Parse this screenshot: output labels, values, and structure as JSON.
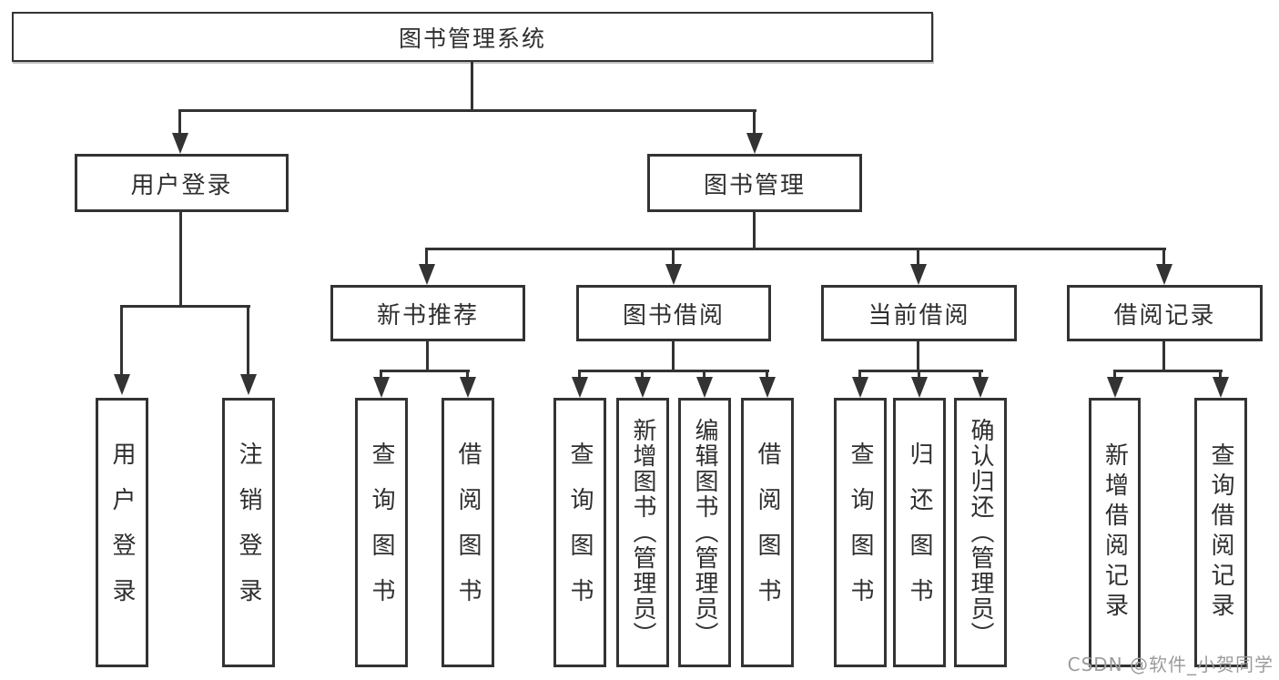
{
  "diagram_title": "图书管理系统",
  "colors": {
    "line": "#333333",
    "text": "#2f2f2f",
    "box_background": "#ffffff",
    "watermark": "#9c9c9c"
  },
  "watermark": {
    "text": "CSDN @软件_小贺同学"
  },
  "tree": {
    "label": "图书管理系统",
    "children": [
      {
        "label": "用户登录",
        "children": [
          {
            "label": "用户登录"
          },
          {
            "label": "注销登录"
          }
        ]
      },
      {
        "label": "图书管理",
        "children": [
          {
            "label": "新书推荐",
            "children": [
              {
                "label": "查询图书"
              },
              {
                "label": "借阅图书"
              }
            ]
          },
          {
            "label": "图书借阅",
            "children": [
              {
                "label": "查询图书"
              },
              {
                "label": "新增图书（管理员）"
              },
              {
                "label": "编辑图书（管理员）"
              },
              {
                "label": "借阅图书"
              }
            ]
          },
          {
            "label": "当前借阅",
            "children": [
              {
                "label": "查询图书"
              },
              {
                "label": "归还图书"
              },
              {
                "label": "确认归还（管理员）"
              }
            ]
          },
          {
            "label": "借阅记录",
            "children": [
              {
                "label": "新增借阅记录"
              },
              {
                "label": "查询借阅记录"
              }
            ]
          }
        ]
      }
    ]
  }
}
